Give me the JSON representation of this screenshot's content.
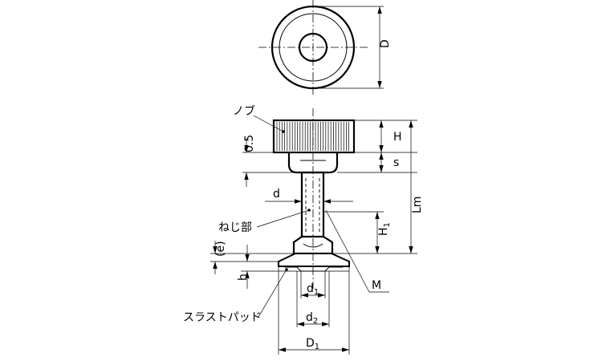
{
  "labels": {
    "knob": "ノブ",
    "thread_part": "ねじ部",
    "thrust_pad": "スラストパッド",
    "D": "D",
    "H": "H",
    "s": "s",
    "Lm": "Lm",
    "H1_main": "H",
    "H1_sub": "1",
    "d": "d",
    "M": "M",
    "gap": "0.5",
    "e": "(e)",
    "h": "h",
    "d1_main": "d",
    "d1_sub": "1",
    "d2_main": "d",
    "d2_sub": "2",
    "D1_main": "D",
    "D1_sub": "1"
  }
}
